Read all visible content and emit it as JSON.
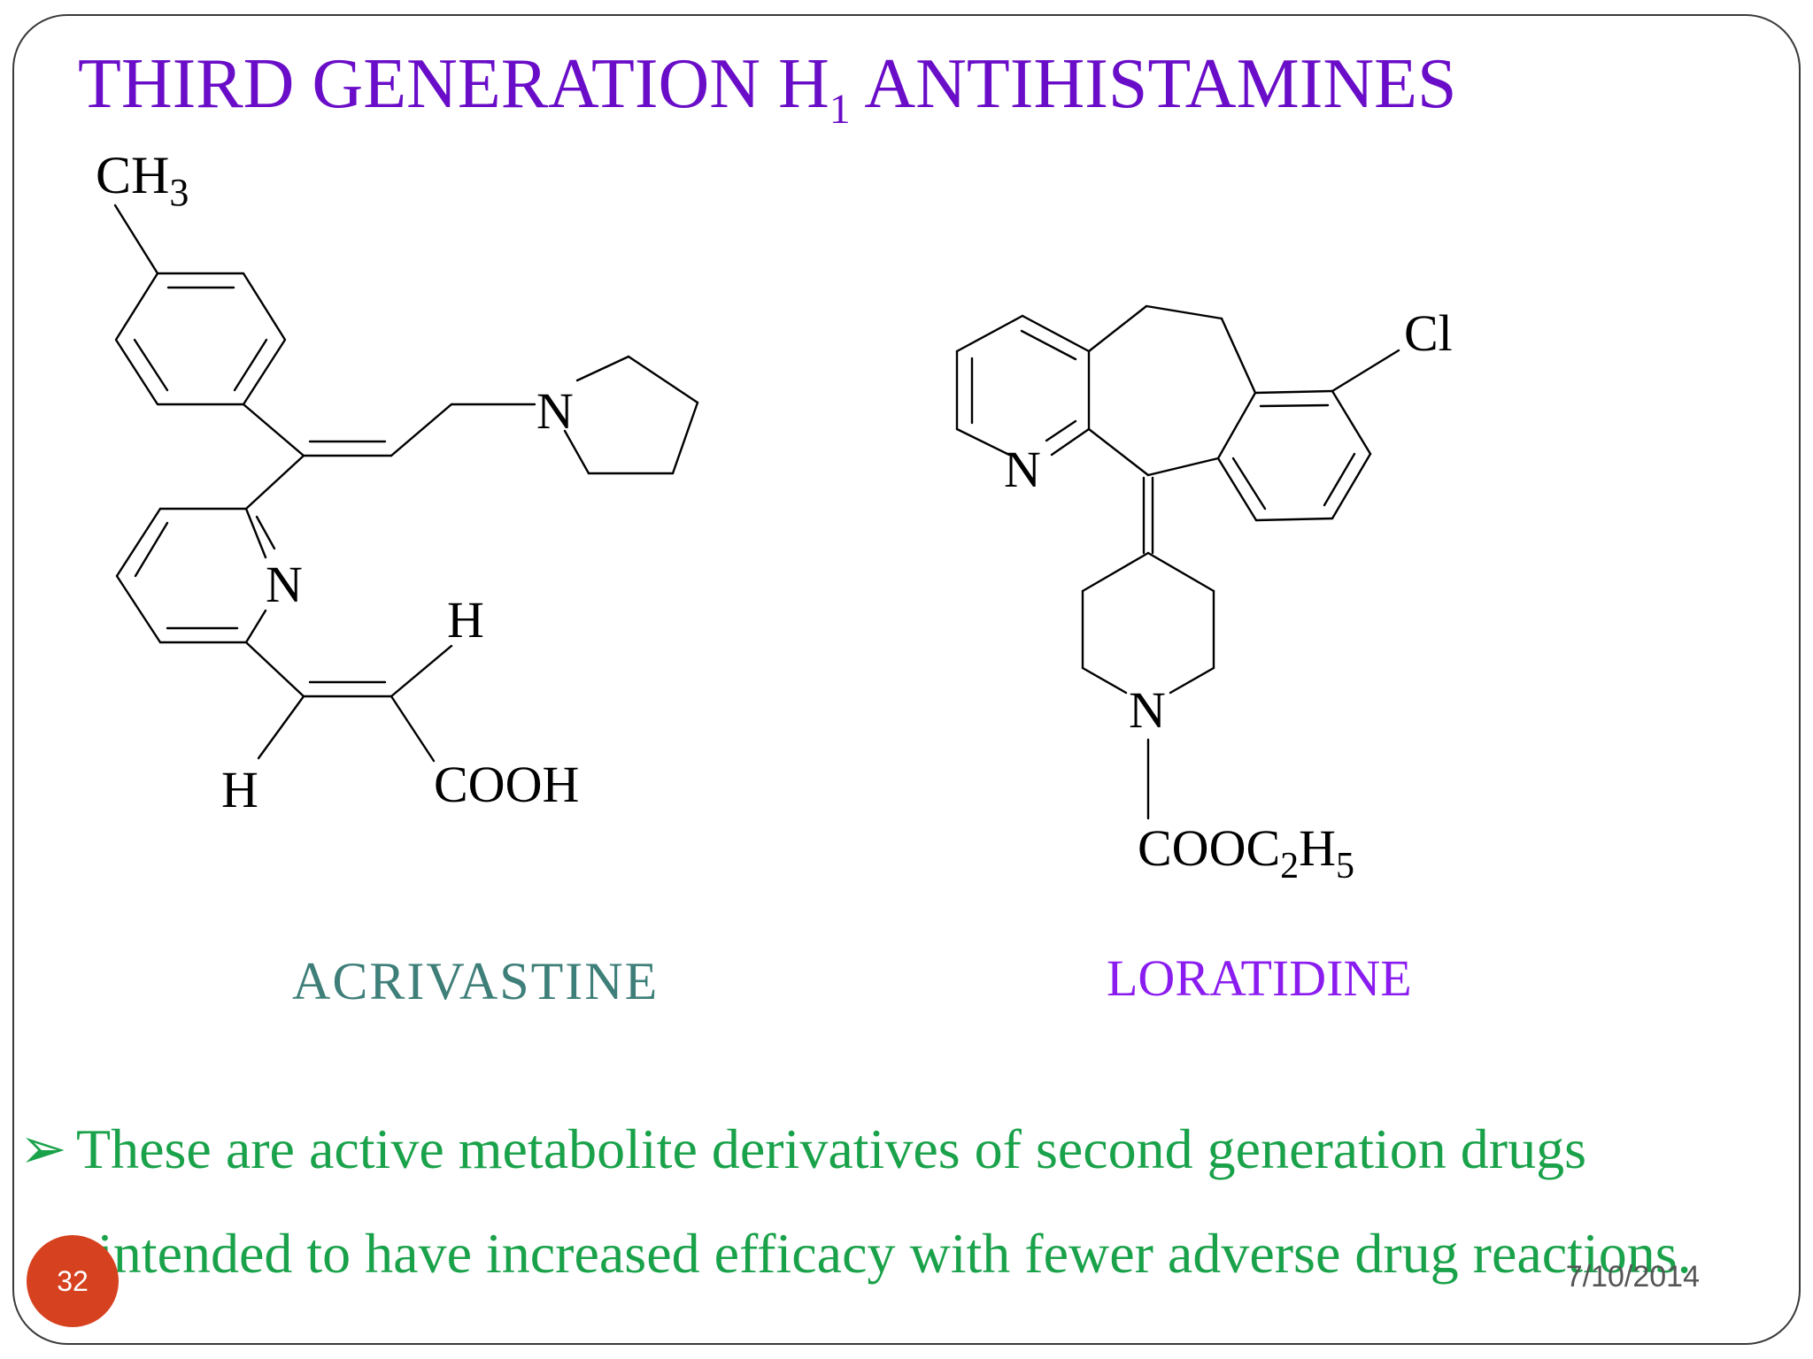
{
  "slide": {
    "title_main": "THIRD GENERATION H",
    "title_sub": "1",
    "title_rest": " ANTIHISTAMINES",
    "compounds": [
      {
        "name": "ACRIVASTINE",
        "name_color": "#3f7f79",
        "labels": {
          "methyl": "CH",
          "methyl_sub": "3",
          "amine_n": "N",
          "pyridine_n": "N",
          "h_top": "H",
          "h_bottom": "H",
          "acid": "COOH"
        }
      },
      {
        "name": "LORATIDINE",
        "name_color": "#8a1cf0",
        "labels": {
          "chloro": "Cl",
          "pyridine_n": "N",
          "piperidine_n": "N",
          "ester_a": "COOC",
          "ester_a_sub": "2",
          "ester_b": "H",
          "ester_b_sub": "5"
        }
      }
    ],
    "bullet": {
      "marker": "➢",
      "line1": "These are active metabolite derivatives of second generation drugs",
      "line2": "intended to have increased efficacy with fewer adverse drug reactions."
    },
    "footer": {
      "page_number": "32",
      "date": "7/10/2014"
    },
    "colors": {
      "title": "#6a0dc8",
      "bullet_text": "#1aa24a",
      "page_badge": "#d64220"
    }
  }
}
